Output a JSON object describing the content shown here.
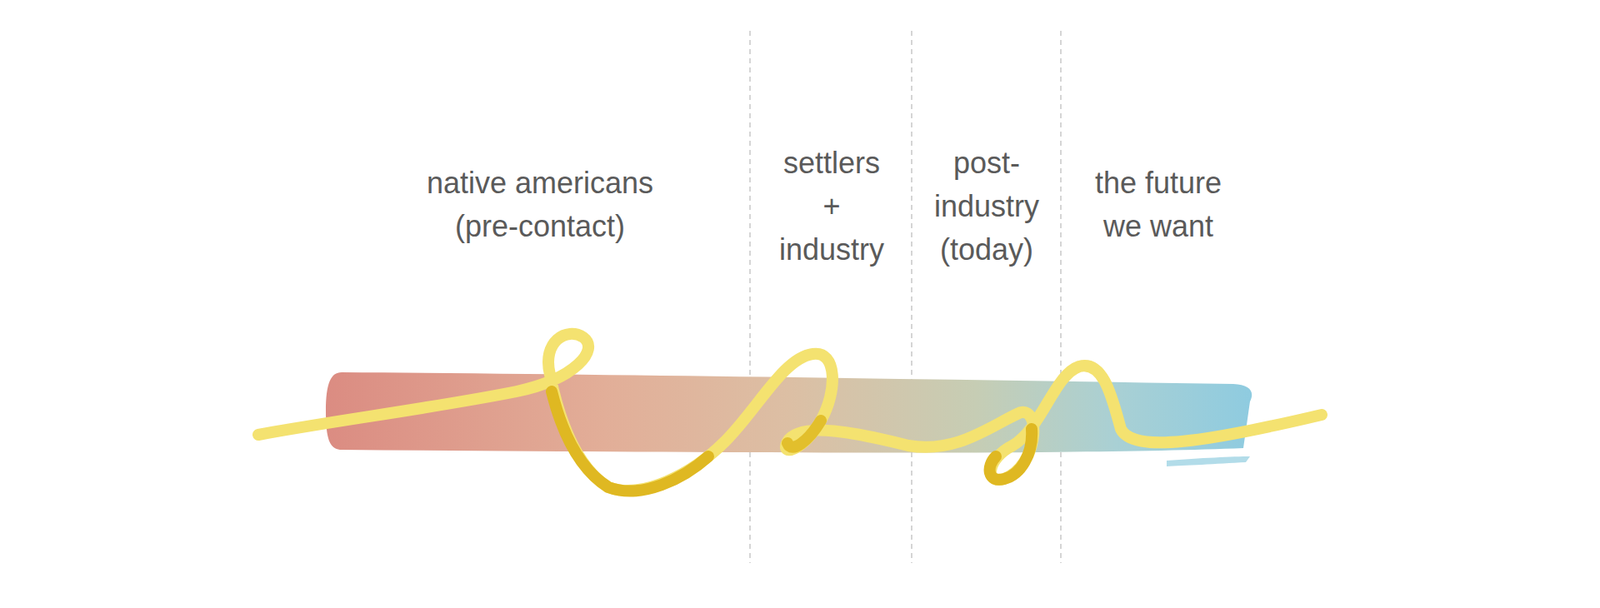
{
  "diagram": {
    "labels": [
      "native americans (pre-contact)",
      "settlers + industry",
      "post-industry (today)",
      "the future we want"
    ]
  }
}
